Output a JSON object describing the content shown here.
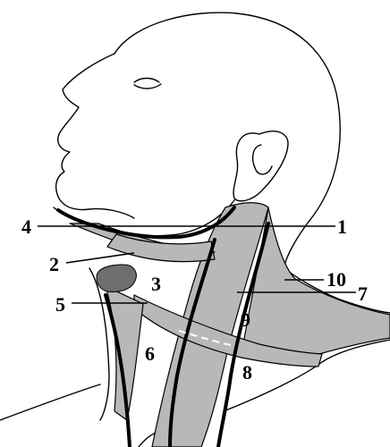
{
  "labels": {
    "l1": "1",
    "l2": "2",
    "l3": "3",
    "l4": "4",
    "l5": "5",
    "l6": "6",
    "l7": "7",
    "l8": "8",
    "l9": "9",
    "l10": "10"
  },
  "colors": {
    "muscle": "#b8b8b8",
    "gland": "#6e6e6e",
    "line": "#000000",
    "background": "#ffffff"
  }
}
